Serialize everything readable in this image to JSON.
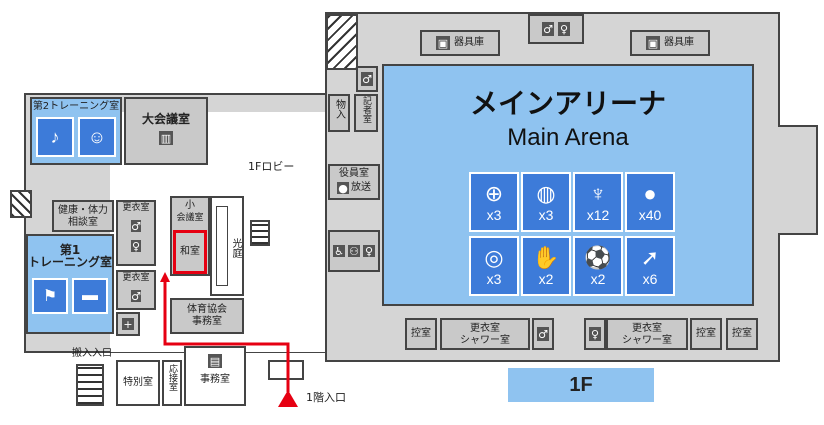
{
  "floor_label": "1F",
  "lobby_label": "1Fロビー",
  "main_arena": {
    "title_jp": "メインアリーナ",
    "title_en": "Main Arena",
    "sports": [
      {
        "icon": "basketball-icon",
        "count": "x3"
      },
      {
        "icon": "volleyball-icon",
        "count": "x3"
      },
      {
        "icon": "badminton-icon",
        "count": "x12"
      },
      {
        "icon": "table-tennis-icon",
        "count": "x40"
      },
      {
        "icon": "tennis-icon",
        "count": "x3"
      },
      {
        "icon": "handball-icon",
        "count": "x2"
      },
      {
        "icon": "soccer-icon",
        "count": "x2"
      },
      {
        "icon": "runner-icon",
        "count": "x6"
      }
    ]
  },
  "rooms": {
    "training2": "第2トレーニング室",
    "big_conference": "大会議室",
    "health_consult_1": "健康・体力",
    "health_consult_2": "相談室",
    "training1_1": "第1",
    "training1_2": "トレーニング室",
    "locker1": "更衣室",
    "locker2": "更衣室",
    "small_conf_1": "小",
    "small_conf_2": "会議室",
    "japanese_room": "和室",
    "courtyard": "光庭",
    "sports_assoc_1": "体育協会",
    "sports_assoc_2": "事務室",
    "storage_top_left": "器具庫",
    "storage_top_right": "器具庫",
    "storage_room": "物入",
    "press_room": "記者室",
    "officials_room": "役員室",
    "broadcast_room": "放送",
    "waiting_left": "控室",
    "locker_shower_left_1": "更衣室",
    "locker_shower_left_2": "シャワー室",
    "locker_shower_right_1": "更衣室",
    "locker_shower_right_2": "シャワー室",
    "waiting_mid": "控室",
    "waiting_right": "控室",
    "special_room": "特別室",
    "reception_room": "応接室",
    "office": "事務室"
  },
  "entrances": {
    "loading": "搬入入口",
    "main": "1階入口"
  },
  "colors": {
    "arena": "#8fc3f0",
    "icon_tile": "#3d7bd9",
    "route": "#e60012",
    "floor_badge": "#8fc3f0"
  }
}
